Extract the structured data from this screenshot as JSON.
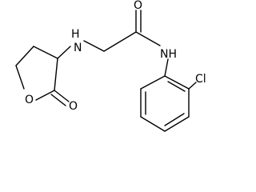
{
  "atoms": {
    "o_carbonyl_amide": "O",
    "nh_amine": "H",
    "n_amine": "N",
    "nh_amide": "NH",
    "o_ring": "O",
    "o_carbonyl_lactone": "O",
    "cl": "Cl"
  }
}
